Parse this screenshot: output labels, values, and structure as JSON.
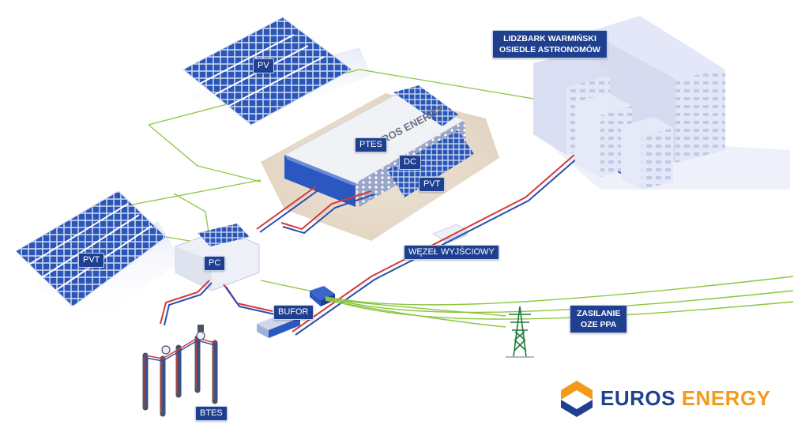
{
  "labels": {
    "pv": "PV",
    "pvt_left": "PVT",
    "pvt_roof": "PVT",
    "ptes": "PTES",
    "dc": "DC",
    "pc": "PC",
    "bufor": "BUFOR",
    "btes": "BTES",
    "wezel": "WĘZEŁ WYJŚCIOWY",
    "city_line1": "LIDZBARK WARMIŃSKI",
    "city_line2": "OSIEDLE ASTRONOMÓW",
    "zasilanie_line1": "ZASILANIE",
    "zasilanie_line2": "OZE PPA",
    "building_brand": "EUROS ENERGY"
  },
  "logo": {
    "word1": "EUROS",
    "word2": "ENERGY"
  },
  "colors": {
    "label_bg": "#1f3f8f",
    "panel_blue": "#2a56b8",
    "hot_pipe": "#d23a3a",
    "cold_pipe": "#2b4fb0",
    "power_line": "#8cc63f",
    "building": "#dfe3f5",
    "logo_orange": "#f39a1d",
    "logo_blue": "#1f3f8f"
  }
}
